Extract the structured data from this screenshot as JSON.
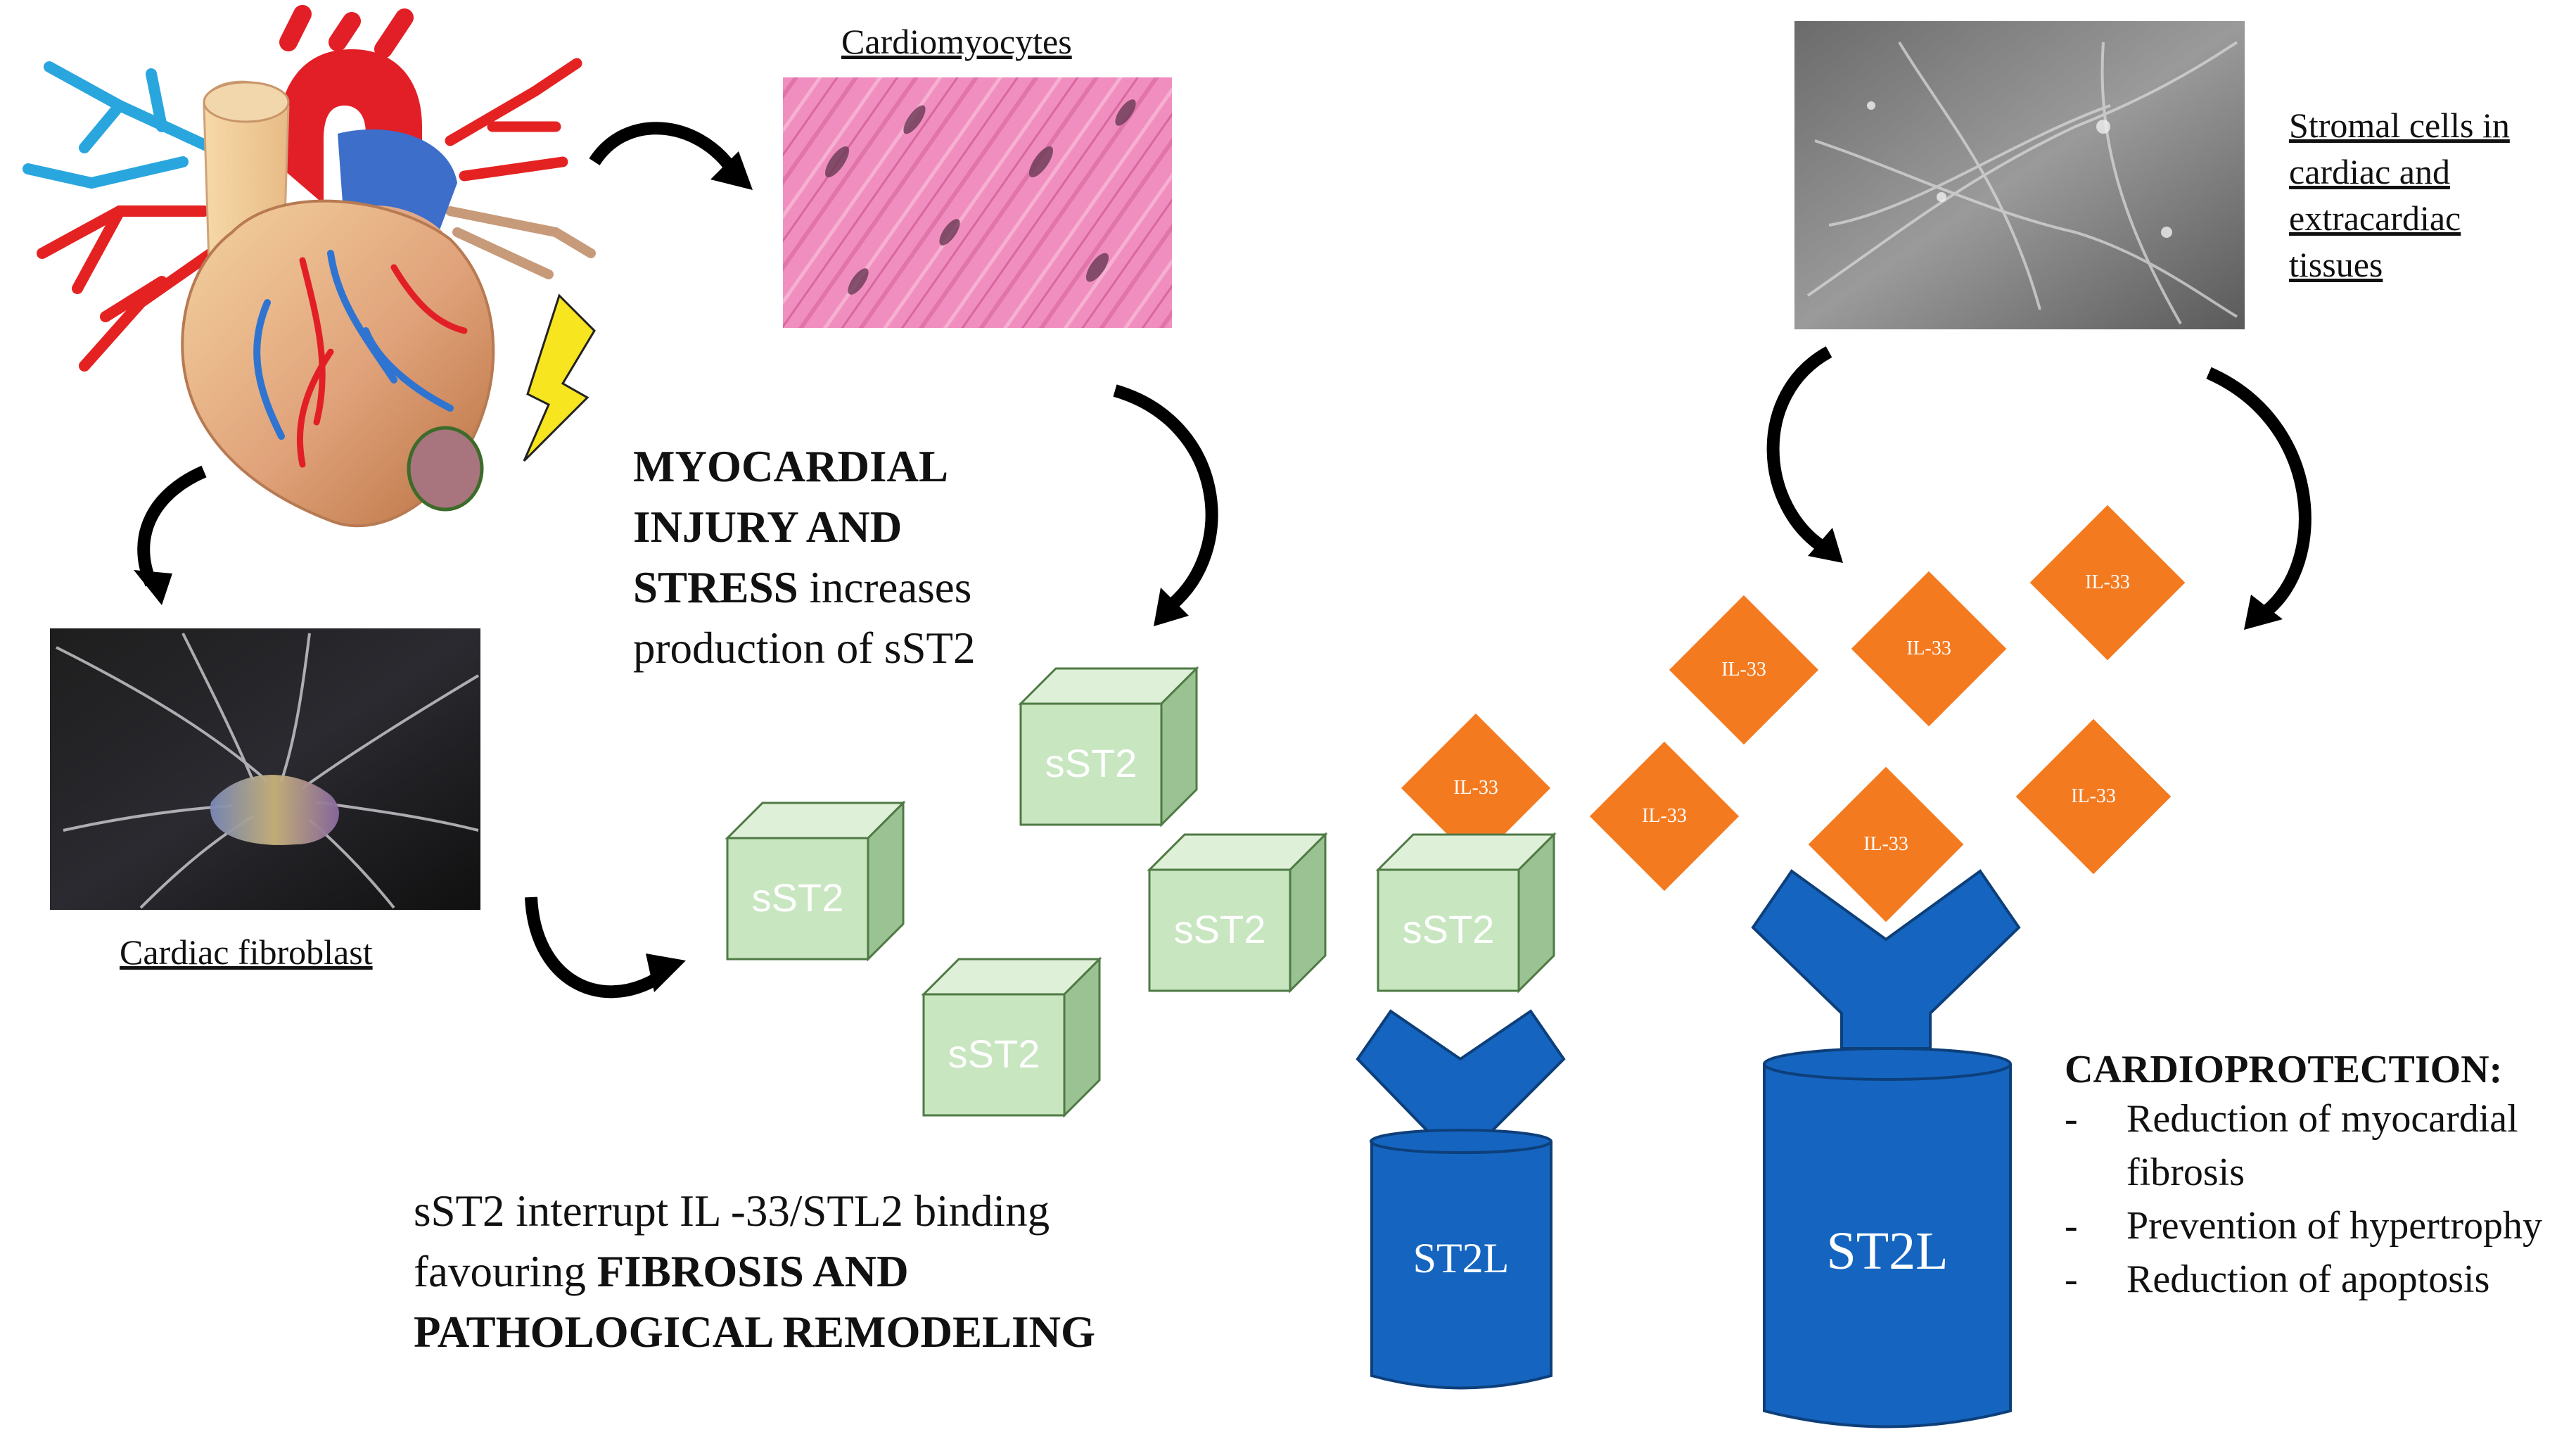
{
  "labels": {
    "cardiomyocytes": "Cardiomyocytes",
    "cardiac_fibroblast": "Cardiac fibroblast",
    "stromal": [
      "Stromal cells in",
      "cardiac and",
      "extracardiac",
      "tissues"
    ]
  },
  "injury_text": {
    "line1_bold": "MYOCARDIAL",
    "line2_bold": "INJURY AND",
    "line3_bold": "STRESS",
    "line3_rest": " increases",
    "line4": "production of sST2"
  },
  "interrupt_text": {
    "line1": "sST2 interrupt IL -33/STL2 binding",
    "line2_plain": "favouring ",
    "line2_bold": "FIBROSIS AND",
    "line3_bold": "PATHOLOGICAL REMODELING"
  },
  "cardioprotection": {
    "title": "CARDIOPROTECTION:",
    "items": [
      "Reduction of myocardial fibrosis",
      "Prevention of hypertrophy",
      "Reduction of apoptosis"
    ]
  },
  "molecules": {
    "sst2": "sST2",
    "il33": "IL-33",
    "st2l": "ST2L"
  },
  "colors": {
    "receptor_blue": "#1565c0",
    "receptor_stroke": "#0d3f7a",
    "cube_front": "#c8e6c0",
    "cube_top": "#dff0d8",
    "cube_side": "#9bc292",
    "cube_stroke": "#4f7a45",
    "il33_orange": "#f47a20",
    "arrow": "#000000"
  }
}
